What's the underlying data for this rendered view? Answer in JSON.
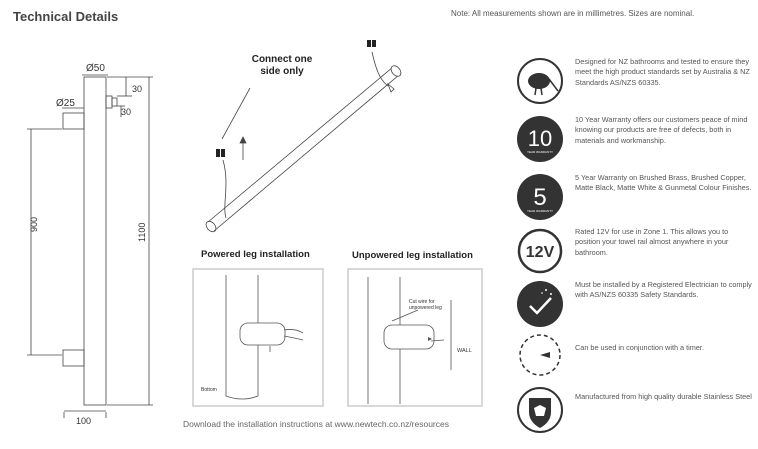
{
  "header": {
    "title": "Technical Details",
    "note": "Note: All measurements shown are in millimetres. Sizes are nominal."
  },
  "dimensions": {
    "diameter_rail": "Ø50",
    "diameter_leg": "Ø25",
    "top_offset": "30",
    "leg_offset": "30",
    "leg_spacing": "900",
    "height": "1100",
    "width": "100"
  },
  "diagram": {
    "connect_line1": "Connect one",
    "connect_line2": "side only"
  },
  "installation": {
    "powered_caption": "Powered leg installation",
    "unpowered_caption": "Unpowered leg installation",
    "bottom_label": "Bottom",
    "cut_wire_line1": "Cut wire for",
    "cut_wire_line2": "unpowered leg",
    "wall_label": "WALL"
  },
  "download_text": "Download the installation instructions at www.newtech.co.nz/resources",
  "features": [
    {
      "icon": "kiwi-icon",
      "text": "Designed for NZ bathrooms and tested to ensure they meet the high product standards set by Australia & NZ Standards AS/NZS 60335."
    },
    {
      "icon": "ten-year-warranty-icon",
      "badge": "10",
      "badge_sub": "YEAR WARRANTY",
      "text": "10 Year Warranty offers our customers peace of mind knowing our products are free of defects, both in materials and workmanship."
    },
    {
      "icon": "five-year-warranty-icon",
      "badge": "5",
      "badge_sub": "YEAR WARRANTY",
      "text": "5 Year Warranty on Brushed Brass, Brushed Copper, Matte Black, Matte White & Gunmetal Colour Finishes."
    },
    {
      "icon": "twelve-volt-icon",
      "badge": "12V",
      "text": "Rated 12V for use in Zone 1. This allows you to position your towel rail almost anywhere in your bathroom."
    },
    {
      "icon": "electrician-check-icon",
      "text": "Must be installed by a Registered Electrician to comply with AS/NZS 60335 Safety Standards."
    },
    {
      "icon": "timer-icon",
      "text": "Can be used in conjunction with a timer."
    },
    {
      "icon": "stainless-shield-icon",
      "text": "Manufactured from high quality durable Stainless Steel"
    }
  ]
}
